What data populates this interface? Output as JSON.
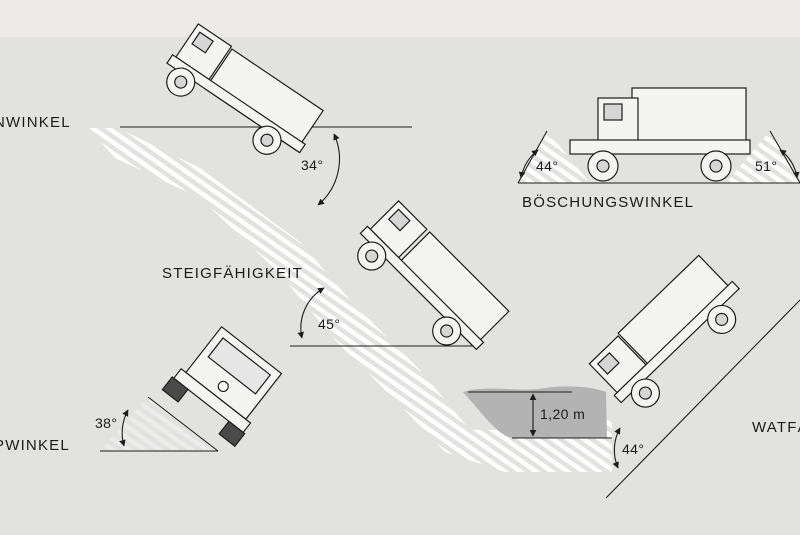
{
  "labels": {
    "kippwinkel": "PWINKEL",
    "rampenwinkel": "NWINKEL",
    "steigfaehigkeit": "STEIGFÄHIGKEIT",
    "boeschungswinkel": "BÖSCHUNGSWINKEL",
    "watfaehigkeit": "WATFÄ"
  },
  "angles": {
    "descent": "34°",
    "climb": "45°",
    "tilt": "38°",
    "approach": "44°",
    "departure": "51°",
    "wade_exit": "44°"
  },
  "wading_depth": "1,20 m",
  "colors": {
    "background": "#e2e2e1",
    "line": "#1c1c1c",
    "hatch": "#ffffff",
    "water": "#b3b3b3"
  }
}
